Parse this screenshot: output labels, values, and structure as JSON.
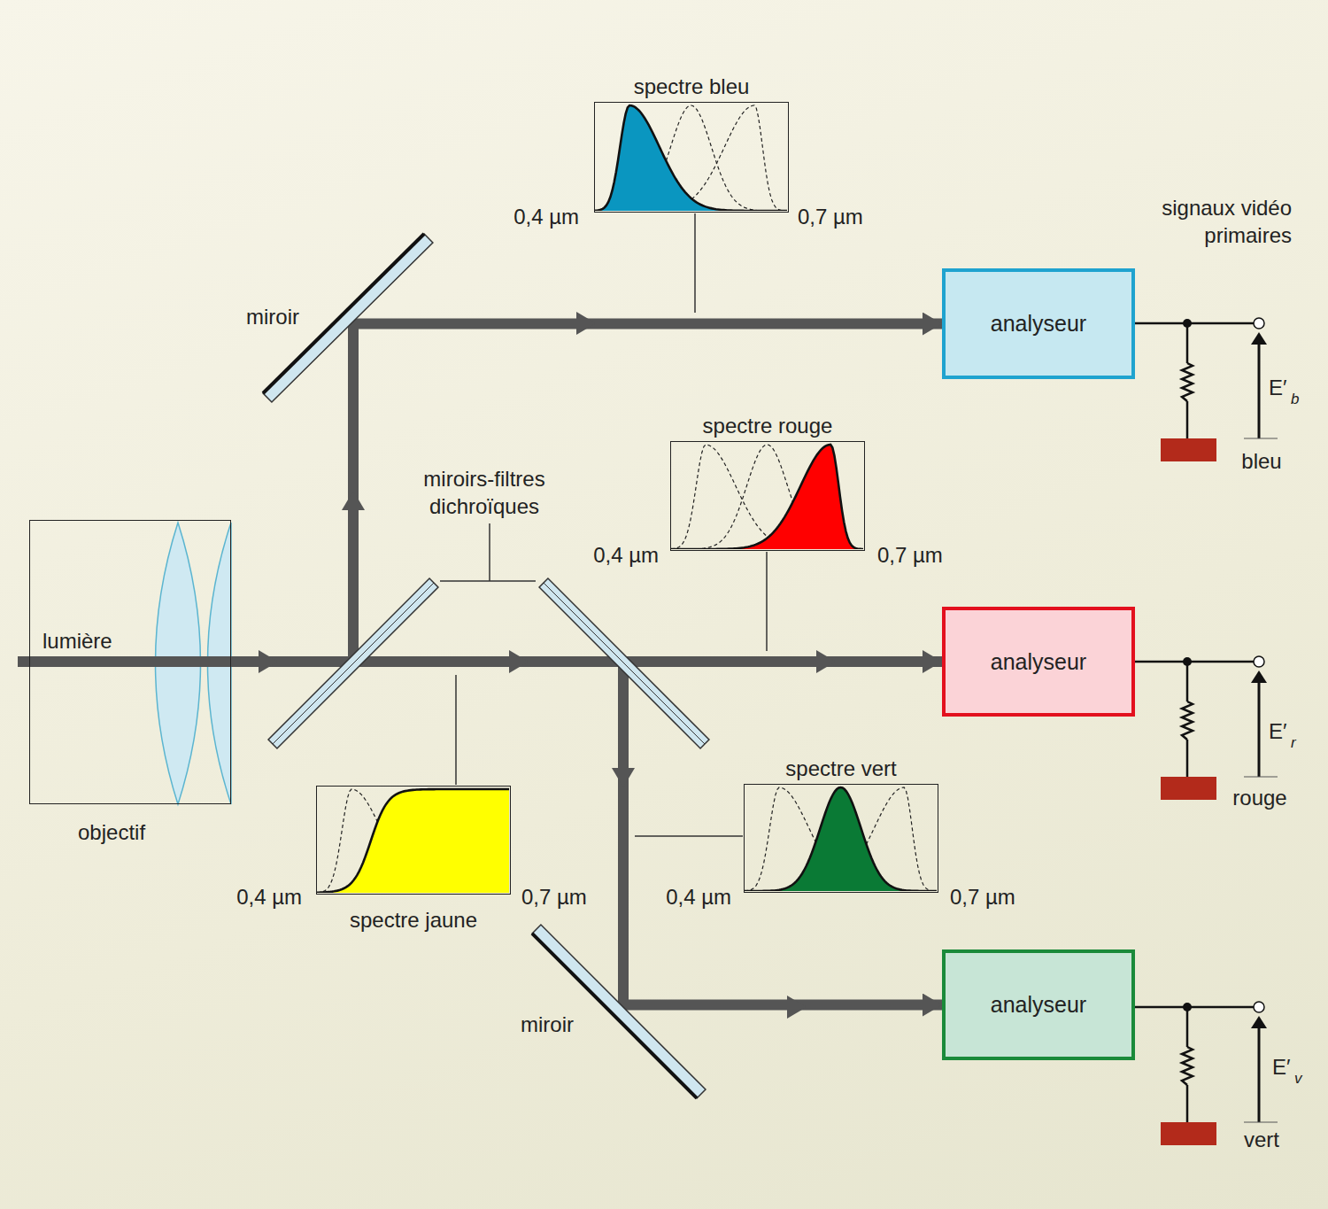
{
  "diagram": {
    "nodes": [
      {
        "text": [
          "lumière",
          "objectif"
        ]
      },
      {
        "text": [
          "spectre bleu"
        ]
      },
      {
        "text": [
          "spectre rouge"
        ]
      },
      {
        "text": [
          "spectre jaune"
        ]
      },
      {
        "text": [
          "spectre vert"
        ]
      },
      {
        "text": [
          "analyseur"
        ]
      },
      {
        "text": [
          "analyseur"
        ]
      },
      {
        "text": [
          "analyseur"
        ]
      }
    ],
    "edges": [
      {
        "from": 0,
        "to": 5,
        "arrow": "to"
      },
      {
        "from": 0,
        "to": 6,
        "arrow": "to"
      },
      {
        "from": 0,
        "to": 7,
        "arrow": "to"
      }
    ],
    "labels": [
      "0,4 µm",
      "0,7 µm",
      "miroir",
      "signaux vidéo primaires",
      "E′",
      "b",
      "bleu",
      "0,4 µm",
      "0,7 µm",
      "miroirs-filtres dichroïques",
      "E′",
      "r",
      "rouge",
      "0,4 µm",
      "0,7 µm",
      "0,4 µm",
      "0,7 µm",
      "miroir",
      "E′",
      "v",
      "vert"
    ]
  }
}
